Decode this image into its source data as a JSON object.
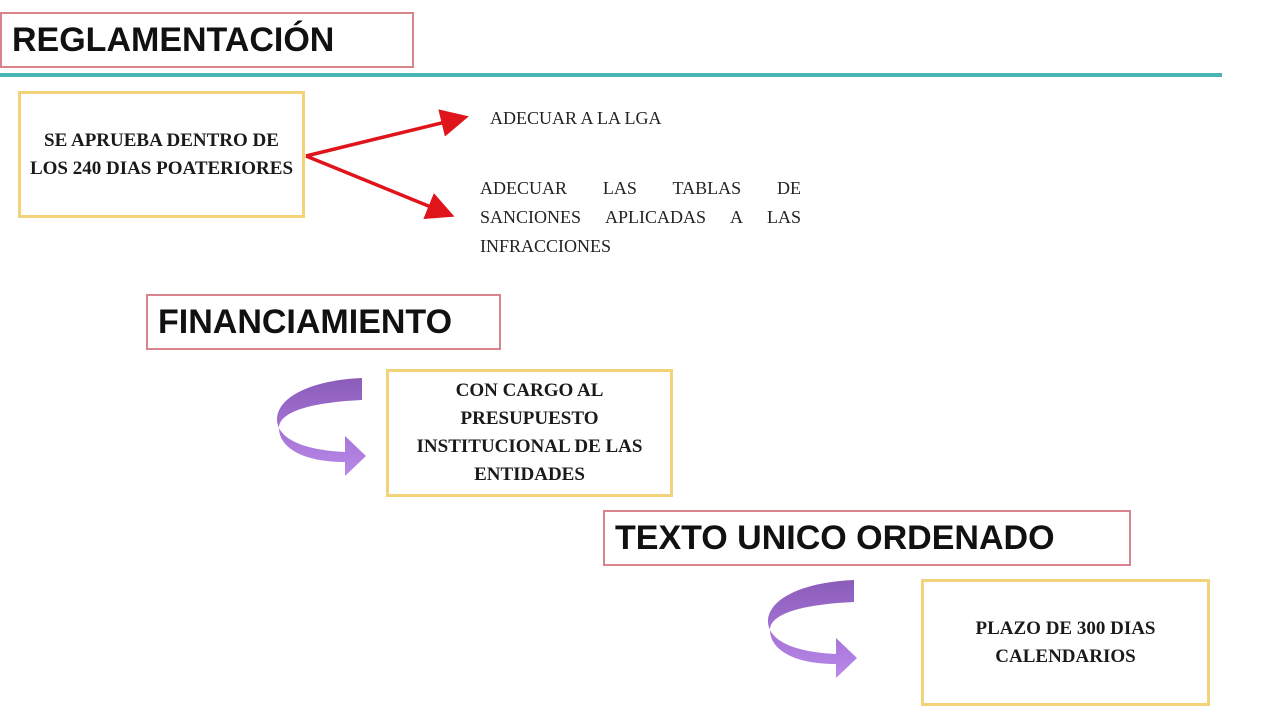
{
  "colors": {
    "accent_line": "#4bb5b5",
    "heading_border": "#d9838f",
    "note_border": "#f3d37a",
    "arrow_red": "#e0141b",
    "curve_arrow_purple": "#9b6bcf"
  },
  "sections": {
    "reglamentacion": {
      "title": "REGLAMENTACIÓN",
      "box_text": "SE APRUEBA DENTRO DE LOS 240 DIAS POATERIORES",
      "item_1": "ADECUAR A LA LGA",
      "item_2": "ADECUAR LAS TABLAS DE SANCIONES APLICADAS A LAS INFRACCIONES"
    },
    "financiamiento": {
      "title": "FINANCIAMIENTO",
      "box_text": "CON CARGO AL PRESUPUESTO INSTITUCIONAL DE LAS ENTIDADES"
    },
    "texto_unico": {
      "title": "TEXTO UNICO ORDENADO",
      "box_text": "PLAZO DE 300 DIAS CALENDARIOS"
    }
  },
  "icons": {
    "red_arrow": "arrow-right-icon",
    "curved_arrow": "curved-arrow-down-right-icon"
  }
}
